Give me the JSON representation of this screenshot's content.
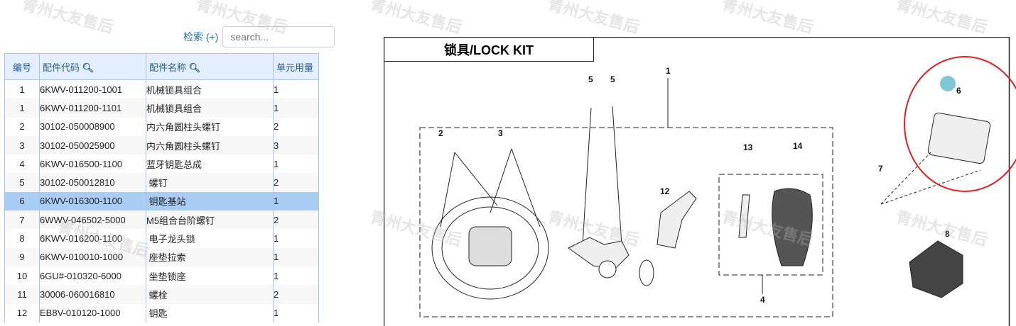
{
  "search": {
    "label": "检索 (+)",
    "placeholder": "search..."
  },
  "table": {
    "headers": [
      "编号",
      "配件代码",
      "配件名称",
      "单元用量"
    ],
    "rows": [
      [
        "1",
        "6KWV-011200-1001",
        "机械锁具组合",
        "1"
      ],
      [
        "1",
        "6KWV-011200-1101",
        "机械锁具组合",
        "1"
      ],
      [
        "2",
        "30102-050008900",
        "内六角圆柱头螺钉",
        "2"
      ],
      [
        "3",
        "30102-050025900",
        "内六角圆柱头螺钉",
        "3"
      ],
      [
        "4",
        "6KWV-016500-1100",
        "蓝牙钥匙总成",
        "1"
      ],
      [
        "5",
        "30102-050012810",
        " 螺钉",
        "2"
      ],
      [
        "6",
        "6KWV-016300-1100",
        " 钥匙基站",
        "1"
      ],
      [
        "7",
        "6WWV-046502-5000",
        "M5组合台阶螺钉",
        "2"
      ],
      [
        "8",
        "6KWV-016200-1100",
        " 电子龙头锁",
        "1"
      ],
      [
        "9",
        "6KWV-010010-1000",
        " 座垫拉索",
        "1"
      ],
      [
        "10",
        "6GU#-010320-6000",
        " 坐垫锁座",
        "1"
      ],
      [
        "11",
        "30006-060016810",
        " 螺栓",
        "2"
      ],
      [
        "12",
        "EB8V-010120-1000",
        " 钥匙",
        "1"
      ]
    ],
    "selected_index": 6
  },
  "diagram": {
    "title": "锁具/LOCK KIT",
    "callouts": [
      "1",
      "2",
      "3",
      "4",
      "5",
      "5",
      "6",
      "7",
      "8",
      "12",
      "13",
      "14"
    ]
  },
  "watermark": "青州大友售后",
  "colors": {
    "header_bg": "#e3efff",
    "selected_row": "#a9ccf5",
    "highlight_ring": "#e02020"
  }
}
